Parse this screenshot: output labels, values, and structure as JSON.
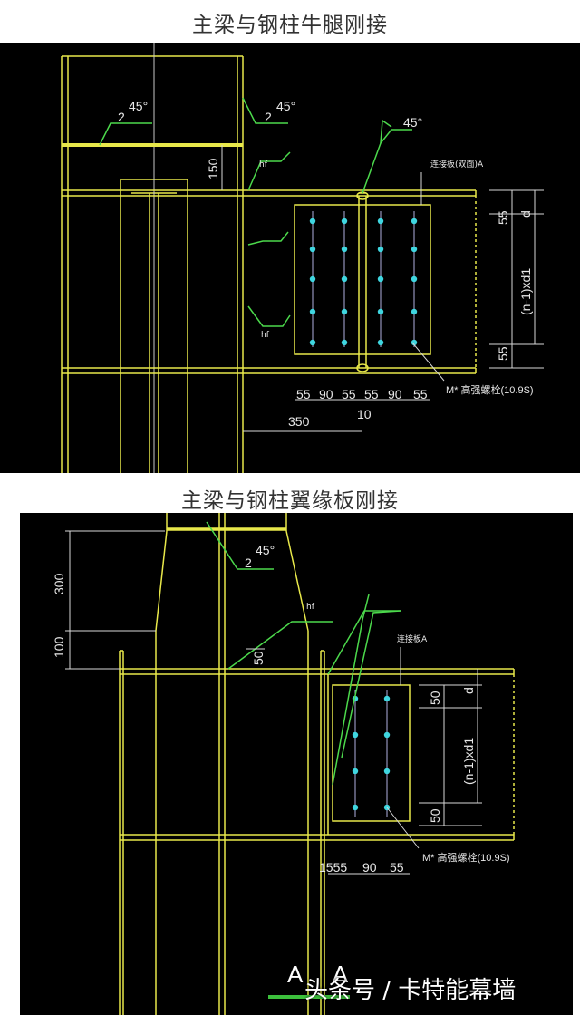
{
  "captions": {
    "top": "主梁与钢柱牛腿刚接",
    "bottom": "主梁与钢柱翼缘板刚接"
  },
  "drawing1": {
    "weld_angles": [
      "45°",
      "45°",
      "45°"
    ],
    "weld_size": "2",
    "weld_symbol": "hf",
    "dim_150": "150",
    "plate_label": "连接板(双面)A",
    "dim_d": "d",
    "dim_55": "55",
    "dim_90": "90",
    "dim_n1": "(n-1)xd1",
    "dim_350": "350",
    "dim_10": "10",
    "bolt_label": "M* 高强螺栓(10.9S)",
    "bottom_dims": [
      "55",
      "90",
      "55",
      "55",
      "90",
      "55"
    ]
  },
  "drawing2": {
    "weld_angle": "45°",
    "weld_size": "2",
    "weld_symbol": "hf",
    "dim_300": "300",
    "dim_100": "100",
    "dim_50": "50",
    "plate_label": "连接板A",
    "dim_d": "d",
    "dim_n1": "(n-1)xd1",
    "bolt_label": "M* 高强螺栓(10.9S)",
    "bottom_dims": [
      "1555",
      "90",
      "55"
    ],
    "section_mark": "A  A"
  },
  "watermark": "头条号 / 卡特能幕墙",
  "colors": {
    "line": "#e8e84a",
    "weld": "#4cd94c",
    "bolt": "#3fd6e0",
    "text": "#e8e8e8",
    "background": "#000000"
  }
}
